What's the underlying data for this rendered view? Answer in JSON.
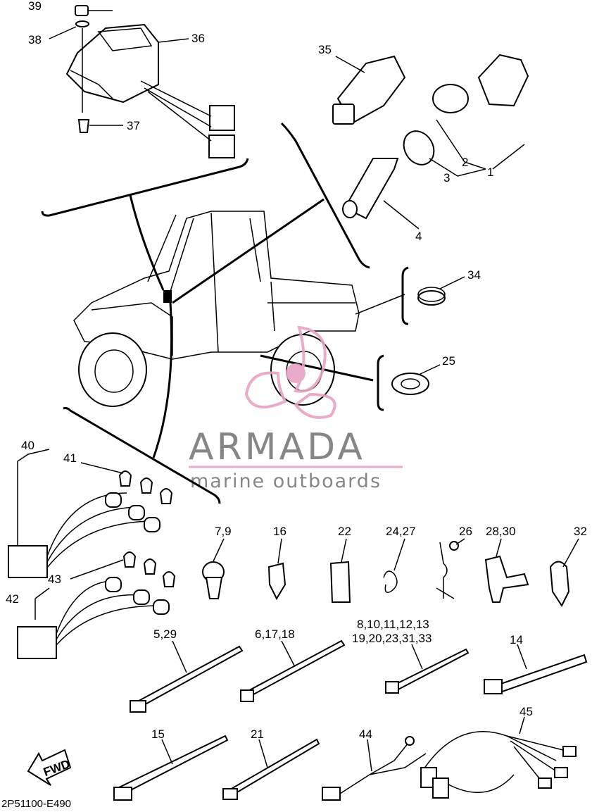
{
  "callouts": {
    "c1": "1",
    "c2": "2",
    "c3": "3",
    "c4": "4",
    "c5_29": "5,29",
    "c6_17_18": "6,17,18",
    "c7_9": "7,9",
    "c8_group_line1": "8,10,11,12,13",
    "c8_group_line2": "19,20,23,31,33",
    "c14": "14",
    "c15": "15",
    "c16": "16",
    "c21": "21",
    "c22": "22",
    "c24_27": "24,27",
    "c25": "25",
    "c26": "26",
    "c28_30": "28,30",
    "c32": "32",
    "c34": "34",
    "c35": "35",
    "c36": "36",
    "c37": "37",
    "c38": "38",
    "c39": "39",
    "c40": "40",
    "c41": "41",
    "c42": "42",
    "c43": "43",
    "c44": "44",
    "c45": "45"
  },
  "watermark": {
    "brand": "ARMADA",
    "tagline": "marine outboards",
    "logo_color": "#e7a3c4",
    "text_color": "#7a7a7a"
  },
  "fwd_label": "FWD",
  "diagram_code": "2P51100-E490"
}
